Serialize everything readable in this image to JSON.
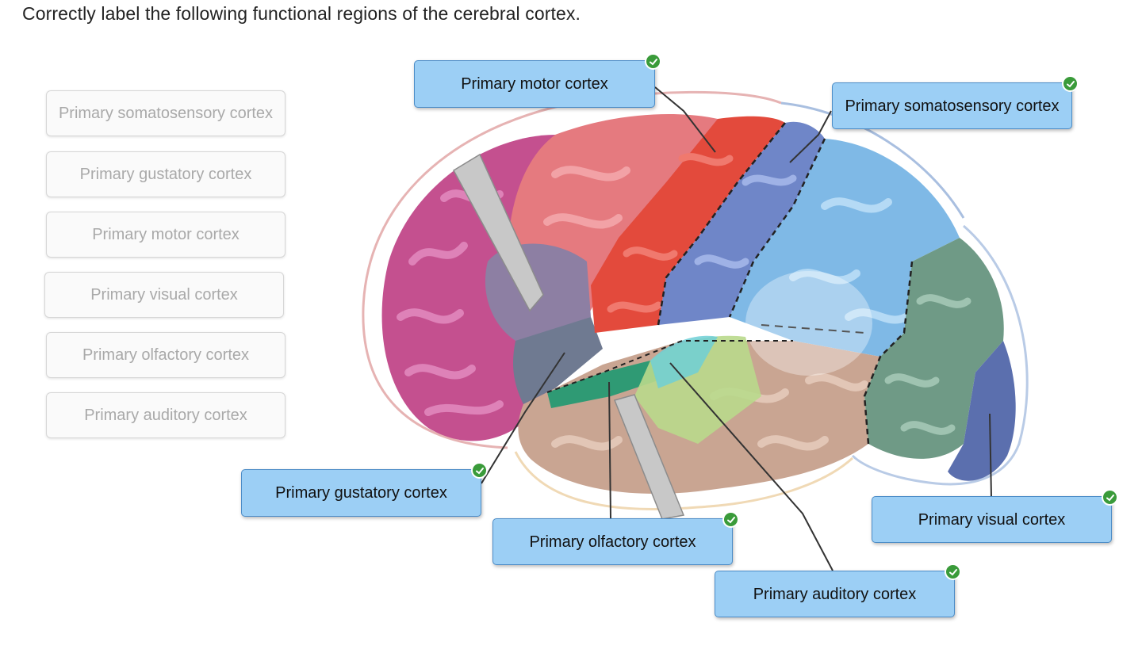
{
  "question": {
    "text": "Correctly label the following functional regions of the cerebral cortex."
  },
  "word_bank": [
    "Primary somatosensory cortex",
    "Primary gustatory cortex",
    "Primary motor cortex",
    "Primary visual cortex",
    "Primary olfactory cortex",
    "Primary auditory cortex"
  ],
  "labels": {
    "motor": "Primary motor cortex",
    "somatosensory": "Primary somatosensory cortex",
    "gustatory": "Primary gustatory cortex",
    "olfactory": "Primary olfactory cortex",
    "auditory": "Primary auditory cortex",
    "visual": "Primary visual cortex"
  },
  "icons": {
    "correct": "check-circle-icon"
  },
  "colors": {
    "label_fill": "#9ccff5",
    "label_border": "#4b8cc7",
    "check_green": "#3a9b3a",
    "bank_text": "#a9a9a9"
  }
}
